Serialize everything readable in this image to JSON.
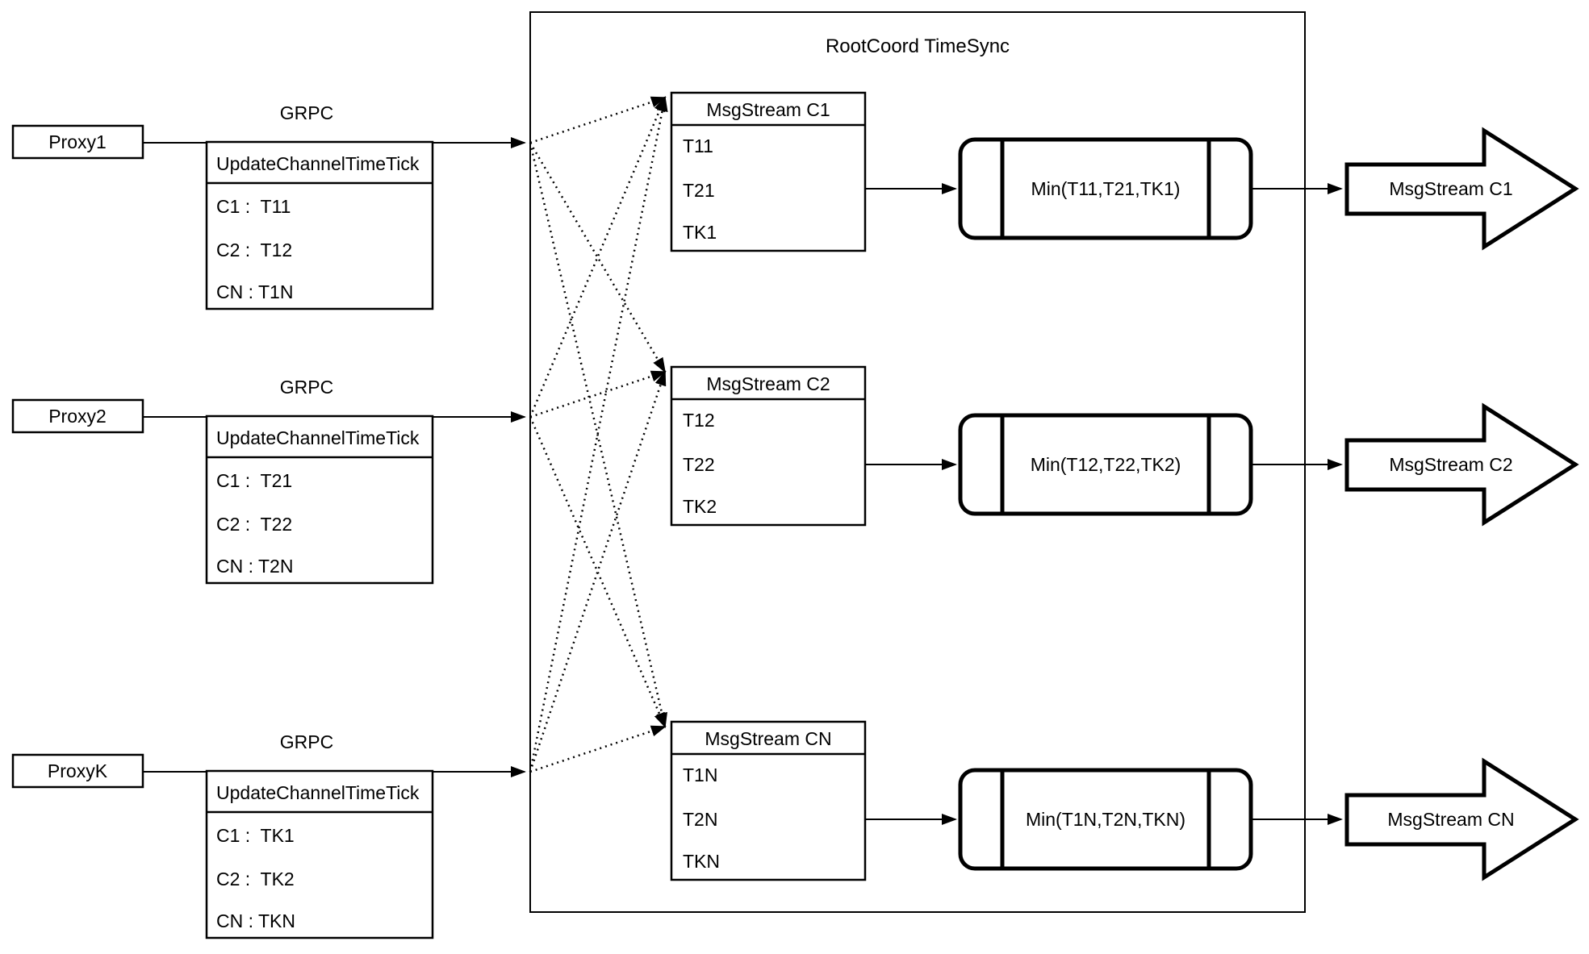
{
  "diagram_title": "RootCoord TimeSync",
  "colors": {
    "stroke": "#000000",
    "background": "#ffffff"
  },
  "proxies": [
    {
      "name": "Proxy1",
      "rpc_label": "GRPC",
      "message": {
        "title": "UpdateChannelTimeTick",
        "rows": [
          "C1 :  T11",
          "C2 :  T12",
          "CN : T1N"
        ]
      }
    },
    {
      "name": "Proxy2",
      "rpc_label": "GRPC",
      "message": {
        "title": "UpdateChannelTimeTick",
        "rows": [
          "C1 :  T21",
          "C2 :  T22",
          "CN : T2N"
        ]
      }
    },
    {
      "name": "ProxyK",
      "rpc_label": "GRPC",
      "message": {
        "title": "UpdateChannelTimeTick",
        "rows": [
          "C1 :  TK1",
          "C2 :  TK2",
          "CN : TKN"
        ]
      }
    }
  ],
  "channels": [
    {
      "stream_table": {
        "title": "MsgStream C1",
        "rows": [
          "T11",
          "T21",
          "TK1"
        ]
      },
      "min_label": "Min(T11,T21,TK1)",
      "output_label": "MsgStream C1"
    },
    {
      "stream_table": {
        "title": "MsgStream C2",
        "rows": [
          "T12",
          "T22",
          "TK2"
        ]
      },
      "min_label": "Min(T12,T22,TK2)",
      "output_label": "MsgStream C2"
    },
    {
      "stream_table": {
        "title": "MsgStream CN",
        "rows": [
          "T1N",
          "T2N",
          "TKN"
        ]
      },
      "min_label": "Min(T1N,T2N,TKN)",
      "output_label": "MsgStream CN"
    }
  ]
}
